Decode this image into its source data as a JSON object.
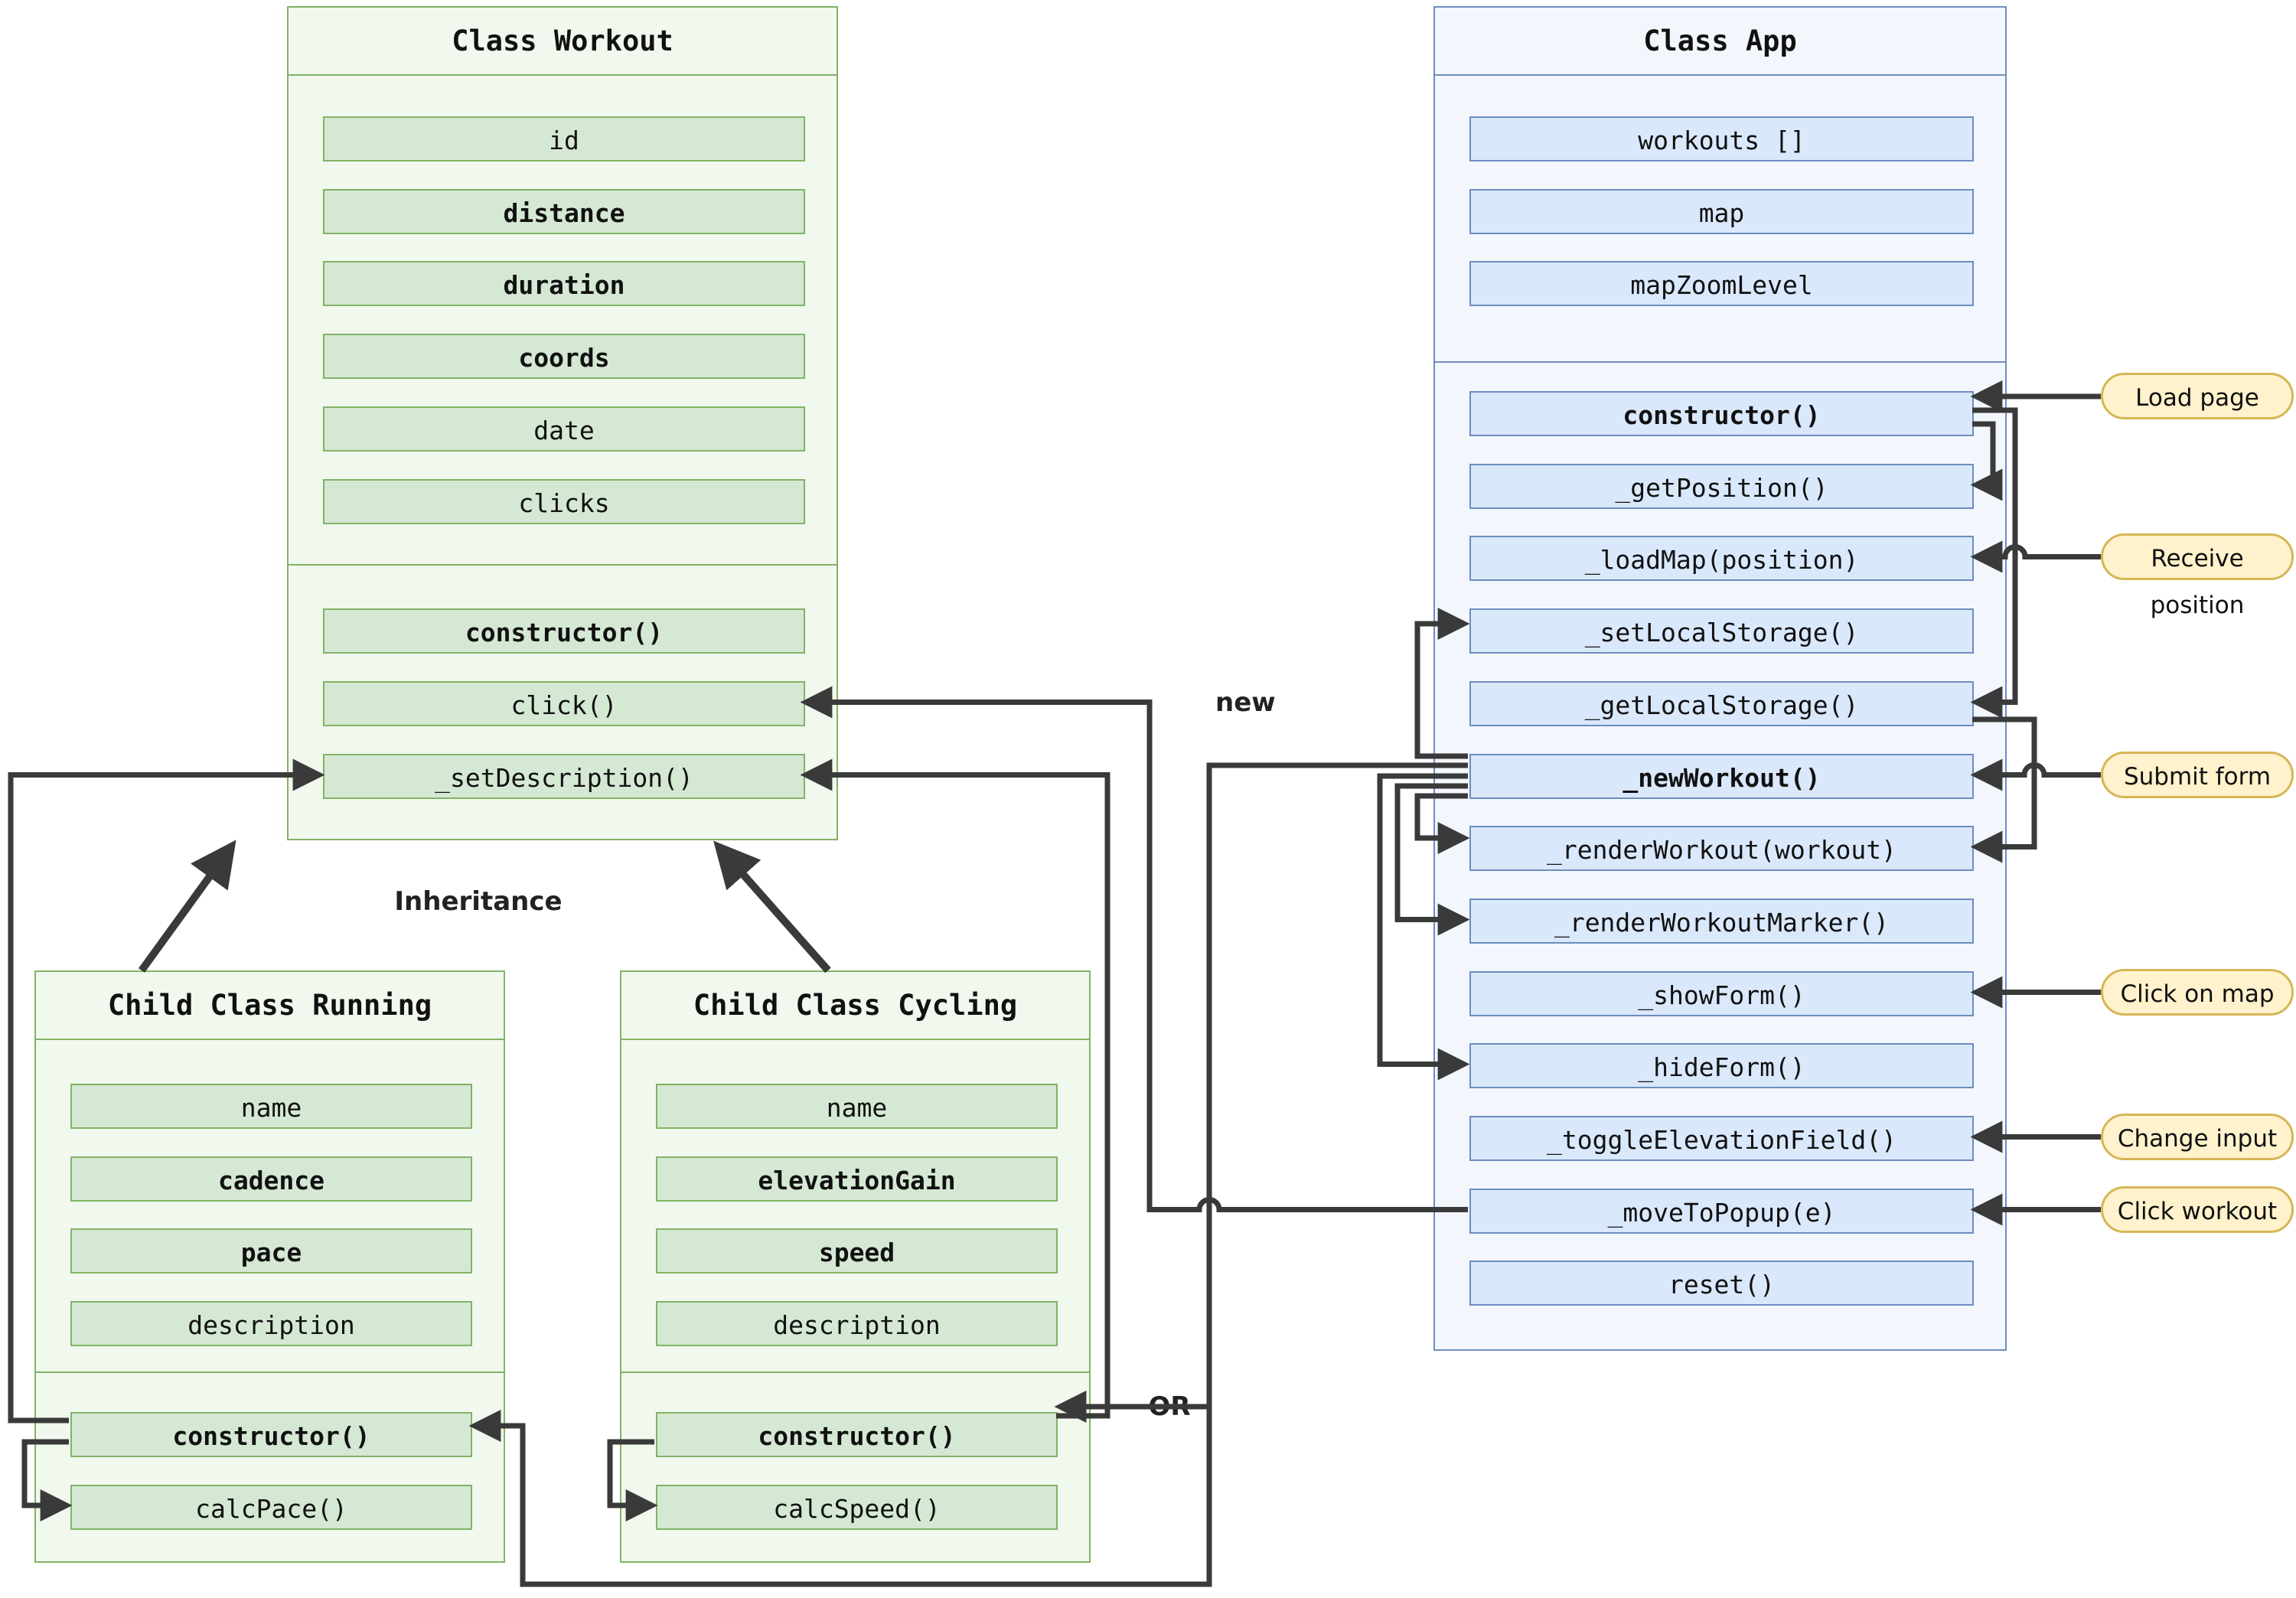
{
  "diagram": {
    "workout": {
      "title": "Class Workout",
      "fields": [
        {
          "label": "id"
        },
        {
          "label": "distance"
        },
        {
          "label": "duration"
        },
        {
          "label": "coords"
        },
        {
          "label": "date"
        },
        {
          "label": "clicks"
        }
      ],
      "methods": [
        {
          "label": "constructor()"
        },
        {
          "label": "click()"
        },
        {
          "label": "_setDescription()"
        }
      ]
    },
    "running": {
      "title": "Child Class Running",
      "fields": [
        {
          "label": "name"
        },
        {
          "label": "cadence"
        },
        {
          "label": "pace"
        },
        {
          "label": "description"
        }
      ],
      "methods": [
        {
          "label": "constructor()"
        },
        {
          "label": "calcPace()"
        }
      ]
    },
    "cycling": {
      "title": "Child Class Cycling",
      "fields": [
        {
          "label": "name"
        },
        {
          "label": "elevationGain"
        },
        {
          "label": "speed"
        },
        {
          "label": "description"
        }
      ],
      "methods": [
        {
          "label": "constructor()"
        },
        {
          "label": "calcSpeed()"
        }
      ]
    },
    "app": {
      "title": "Class App",
      "fields": [
        {
          "label": "workouts []"
        },
        {
          "label": "map"
        },
        {
          "label": "mapZoomLevel"
        }
      ],
      "methods": [
        {
          "label": "constructor()"
        },
        {
          "label": "_getPosition()"
        },
        {
          "label": "_loadMap(position)"
        },
        {
          "label": "_setLocalStorage()"
        },
        {
          "label": "_getLocalStorage()"
        },
        {
          "label": "_newWorkout()"
        },
        {
          "label": "_renderWorkout(workout)"
        },
        {
          "label": "_renderWorkoutMarker()"
        },
        {
          "label": "_showForm()"
        },
        {
          "label": "_hideForm()"
        },
        {
          "label": "_toggleElevationField()"
        },
        {
          "label": "_moveToPopup(e)"
        },
        {
          "label": "reset()"
        }
      ]
    },
    "labels": {
      "inheritance": "Inheritance",
      "new_keyword": "new",
      "or_keyword": "OR"
    },
    "pills": [
      {
        "label": "Load page"
      },
      {
        "label": "Receive position"
      },
      {
        "label": "Submit form"
      },
      {
        "label": "Click on map"
      },
      {
        "label": "Change input"
      },
      {
        "label": "Click workout"
      }
    ],
    "colors": {
      "green_row_fill": "#d5e8d4",
      "green_border": "#82b366",
      "green_box_fill": "#f1f8ee",
      "blue_row_fill": "#dae8fc",
      "blue_border": "#6c8ebf",
      "blue_box_fill": "#f3f7fd",
      "pill_fill": "#fff2cc",
      "pill_border": "#d6b656",
      "connector": "#3a3a3a"
    }
  }
}
